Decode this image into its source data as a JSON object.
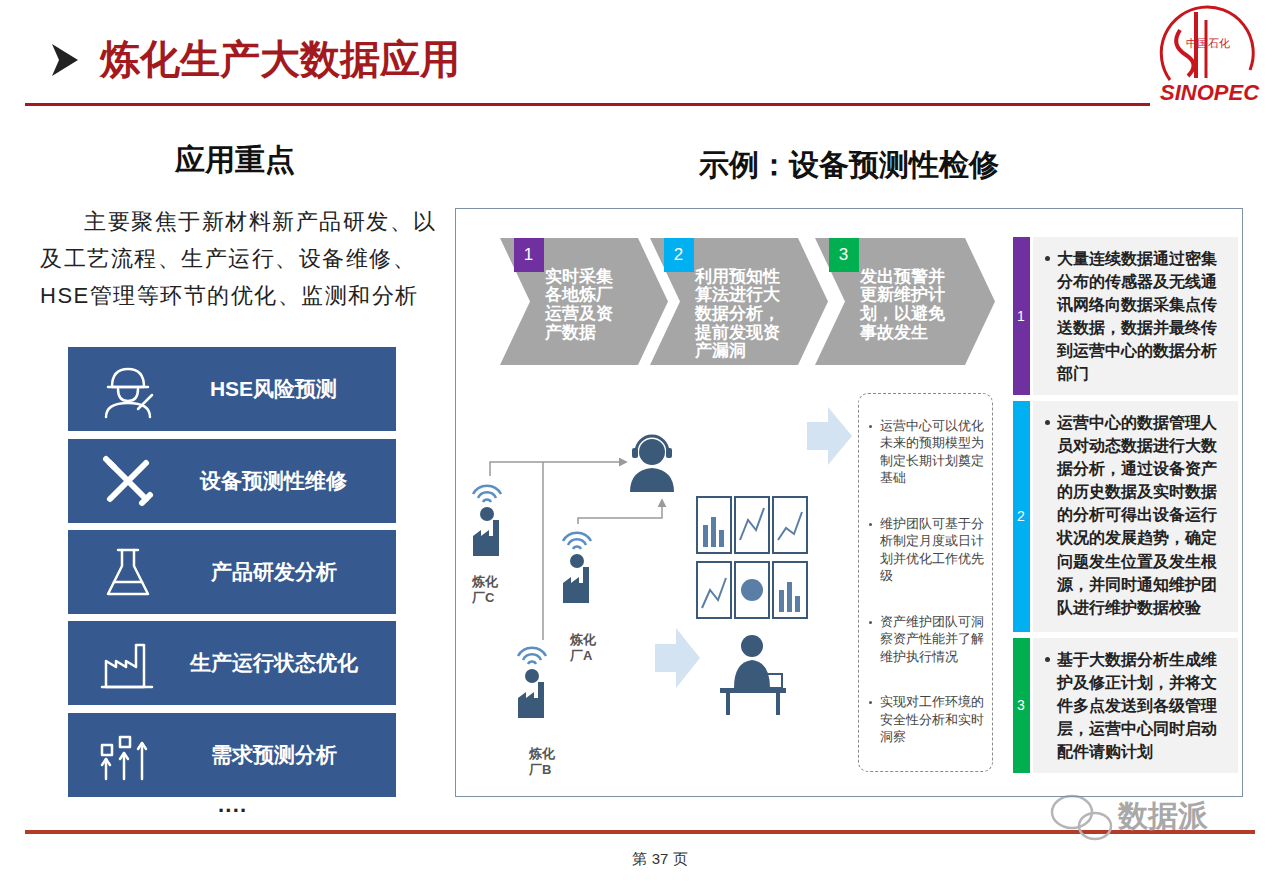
{
  "diagram": {
    "title": "炼化生产大数据应用",
    "nodes": [
      {
        "text": [
          "HSE风险预测"
        ]
      },
      {
        "text": [
          "设备预测性维修"
        ]
      },
      {
        "text": [
          "产品研发分析"
        ]
      },
      {
        "text": [
          "生产运行状态优化"
        ]
      },
      {
        "text": [
          "需求预测分析"
        ]
      },
      {
        "text": [
          "示例：设备预测性检修"
        ]
      },
      {
        "text": [
          "1",
          "实时采集各地炼厂运营及资产数据"
        ],
        "in": 5
      },
      {
        "text": [
          "2",
          "利用预知性算法进行大数据分析，提前发现资产漏洞"
        ],
        "in": 5
      },
      {
        "text": [
          "3",
          "发出预警并更新维护计划，以避免事故发生"
        ],
        "in": 5
      },
      {
        "text": [
          "1",
          "大量连续数据通过密集分布的传感器及无线通讯网络向数据采集点传送数据，数据并最终传到运营中心的数据分析部门"
        ],
        "in": 5
      },
      {
        "text": [
          "2",
          "运营中心的数据管理人员对动态数据进行大数据分析，通过设备资产的历史数据及实时数据的分析可得出设备运行状况的发展趋势，确定问题发生位置及发生根源，并同时通知维护团队进行维护数据校验"
        ],
        "in": 5
      },
      {
        "text": [
          "3",
          "基于大数据分析生成维护及修正计划，并将文件多点发送到各级管理层，运营中心同时启动配件请购计划"
        ],
        "in": 5
      },
      {
        "text": [
          "运营中心可以优化未来的预期模型为制定长期计划奠定基础",
          "维护团队可基于分析制定月度或日计划并优化工作优先级",
          "资产维护团队可洞察资产性能并了解维护执行情况",
          "实现对工作环境的安全性分析和实时洞察"
        ],
        "in": 5
      }
    ],
    "labels": [
      "中国石化",
      "SINOPEC",
      "应用重点",
      "主要聚焦于新材料新产品研发、以及工艺流程、生产运行、设备维修、HSE管理等环节的优化、监测和分析",
      "····",
      "炼化厂C",
      "炼化厂A",
      "炼化厂B",
      "数据派",
      "第 37 页"
    ]
  }
}
